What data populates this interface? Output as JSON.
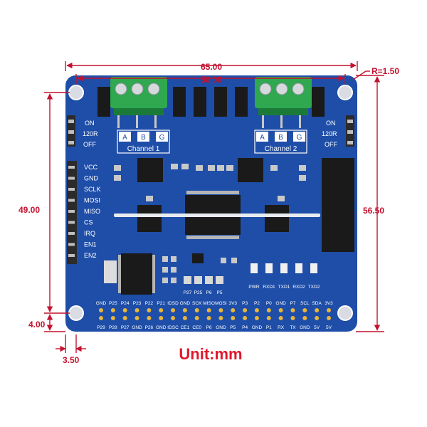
{
  "dimensions": {
    "width_outer": "65.00",
    "width_holes": "58.00",
    "corner_radius": "R=1.50",
    "height_holes": "49.00",
    "height_outer": "56.50",
    "bottom_offset": "4.00",
    "left_offset": "3.50"
  },
  "unit_label": "Unit:mm",
  "board": {
    "channel1": {
      "label": "Channel 1",
      "terminals": [
        "A",
        "B",
        "G"
      ]
    },
    "channel2": {
      "label": "Channel 2",
      "terminals": [
        "A",
        "B",
        "G"
      ]
    },
    "jumper_left": [
      "ON",
      "120R",
      "OFF"
    ],
    "jumper_right": [
      "ON",
      "120R",
      "OFF"
    ],
    "side_pins": [
      "VCC",
      "GND",
      "SCLK",
      "MOSI",
      "MISO",
      "CS",
      "IRQ",
      "EN1",
      "EN2"
    ],
    "led_labels": [
      "PWR",
      "RXD1",
      "TXD1",
      "RXD2",
      "TXD2"
    ],
    "pad_labels": [
      "P27",
      "P25",
      "P6",
      "P5"
    ],
    "header_top": [
      "GND",
      "P25",
      "P24",
      "P23",
      "P22",
      "P21",
      "IDSD",
      "GND",
      "SCK",
      "MISO",
      "MOSI",
      "3V3",
      "P3",
      "P2",
      "P0",
      "GND",
      "P7",
      "SCL",
      "SDA",
      "3V3"
    ],
    "header_bottom": [
      "P29",
      "P28",
      "P27",
      "GND",
      "P26",
      "GND",
      "IDSC",
      "CE1",
      "CE0",
      "P6",
      "GND",
      "P5",
      "P4",
      "GND",
      "P1",
      "RX",
      "TX",
      "GND",
      "5V",
      "5V"
    ]
  },
  "colors": {
    "board": "#1f4ea8",
    "dimension": "#c4122f",
    "terminal": "#2fa84f",
    "unit_text": "#e0182c"
  }
}
